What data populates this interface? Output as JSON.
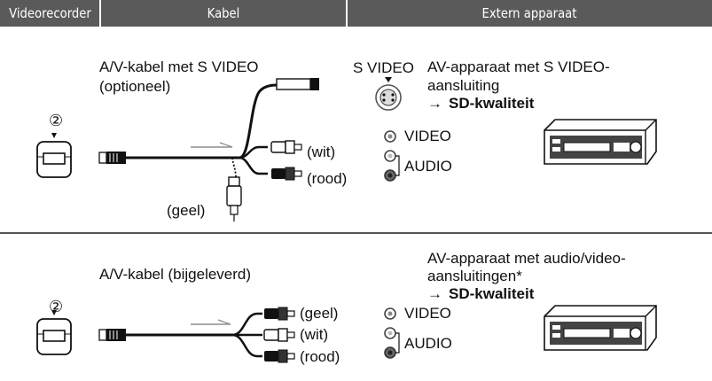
{
  "header": {
    "col1": "Videorecorder",
    "col2": "Kabel",
    "col3": "Extern apparaat"
  },
  "sections": [
    {
      "step_marker": "②",
      "cable_title_line1": "A/V-kabel met S VIDEO",
      "cable_title_line2": "(optioneel)",
      "plug_labels": [
        "(wit)",
        "(rood)"
      ],
      "yellow_label": "(geel)",
      "port_svideo_label": "S VIDEO",
      "device_line1": "AV-apparaat met S VIDEO-",
      "device_line2": "aansluiting",
      "quality_arrow": "→",
      "quality": "SD-kwaliteit",
      "port_video_label": "VIDEO",
      "port_audio_label": "AUDIO"
    },
    {
      "step_marker": "②",
      "cable_title": "A/V-kabel (bijgeleverd)",
      "plug_labels": [
        "(geel)",
        "(wit)",
        "(rood)"
      ],
      "device_line1": "AV-apparaat met audio/video-",
      "device_line2": "aansluitingen*",
      "quality_arrow": "→",
      "quality": "SD-kwaliteit",
      "port_video_label": "VIDEO",
      "port_audio_label": "AUDIO"
    }
  ],
  "colors": {
    "header_bg": "#5a5a5a",
    "header_text": "#ffffff",
    "divider": "#555555"
  }
}
